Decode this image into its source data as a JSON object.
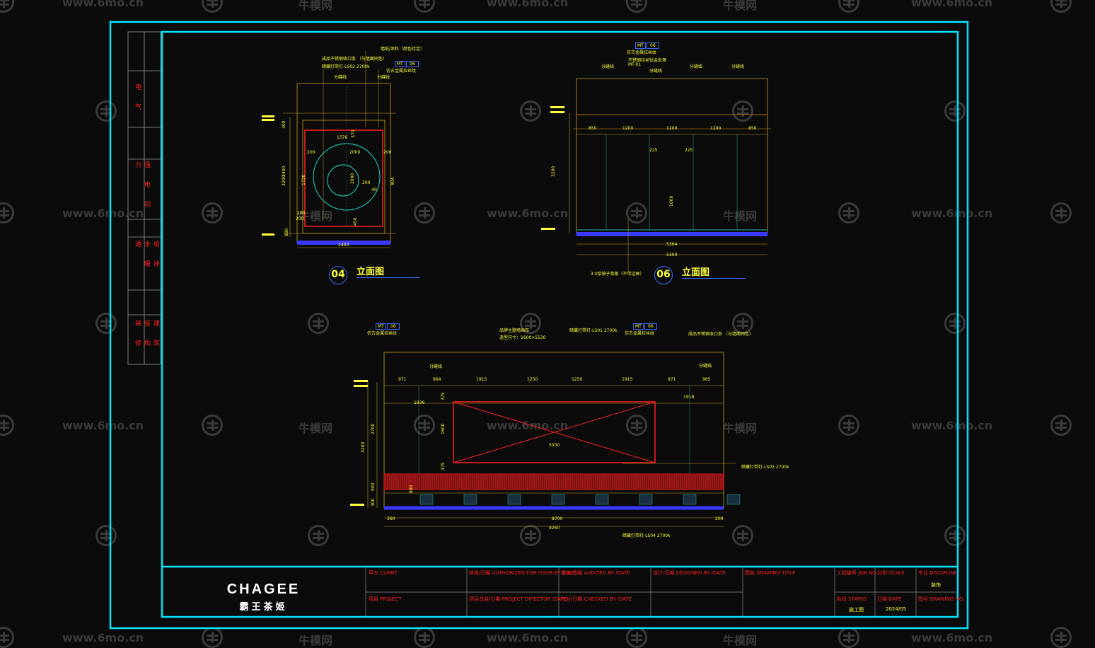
{
  "watermarks": {
    "site": "www.6mo.cn",
    "brand": "牛模网"
  },
  "left_strip": {
    "labels": [
      "电 气",
      "强 电 动 力",
      "给 排 水 暖 通",
      "建 筑 结 构 装 修"
    ]
  },
  "elevation_04": {
    "number": "04",
    "title": "立面图",
    "notes": [
      "成品不锈钢收口条 （与墙面同色）",
      "暗藏灯带灯-LS02 2700k",
      "分缝线",
      "墙纸/涂料（颜色待定）",
      "分缝线"
    ],
    "material_tag": {
      "code": "MT",
      "num": "06",
      "desc": "仿古金属拉丝纹"
    },
    "dims": [
      "300",
      "200",
      "1576",
      "370",
      "2000",
      "200",
      "1720",
      "3200",
      "2400",
      "2000",
      "200",
      "904",
      "200",
      "450",
      "880",
      "2400"
    ],
    "round_dims": [
      "200",
      "40"
    ]
  },
  "elevation_06": {
    "number": "06",
    "title": "立面图",
    "material_tag": {
      "code": "MT",
      "num": "06",
      "desc": "仿古金属拉丝纹"
    },
    "notes": [
      "分缝线",
      "分缝线",
      "分缝线",
      "分缝线",
      "MT-01",
      "不锈钢拉丝钛金处理",
      "3.0厚镜子背板（不带边框）"
    ],
    "top_dims": [
      "850",
      "1200",
      "1200",
      "1200",
      "850"
    ],
    "dims": [
      "3200",
      "1000",
      "5304",
      "5300",
      "225",
      "225"
    ]
  },
  "elevation_main": {
    "material_tag_left": {
      "code": "MT",
      "num": "06",
      "desc": "仿古金属拉丝纹"
    },
    "material_tag_mid": {
      "code": "MT",
      "num": "06",
      "desc": "仿古金属拉丝纹"
    },
    "notes": [
      "分缝线",
      "分缝线",
      "品牌主题墙画布",
      "造型尺寸：1600×5530",
      "暗藏灯带灯-LS01 2700k",
      "成品不锈钢收口条 （与墙面同色）",
      "暗藏灯带灯-LS03 2700k",
      "暗藏灯带灯-LS04 2700k"
    ],
    "top_dims": [
      "971",
      "964",
      "1915",
      "1250",
      "1250",
      "1915",
      "971",
      "965"
    ],
    "dims": [
      "1936",
      "1918",
      "375",
      "1600",
      "375",
      "2700",
      "3200",
      "5530",
      "900",
      "880",
      "300",
      "8700",
      "9260",
      "360",
      "200"
    ]
  },
  "title_block": {
    "brand_en": "CHAGEE",
    "brand_cn": "霸王茶姬",
    "cells": {
      "client": "甲方 CLIENT",
      "project": "项目 PROJECT",
      "authorized": "核准/日期 AUTHORIZED FOR ISSUE BY /DATE",
      "auditor": "审核/日期 AUDITED BY /DATE",
      "designed": "设计/日期 DESIGNED BY /DATE",
      "director": "项目总监/日期 PROJECT DIRECTOR /DATE",
      "checked": "校对/日期 CHECKED BY /DATE",
      "drawing_title": "图名 DRAWING TITLE",
      "job_no": "工程编号 JOB NO.",
      "scale": "比例 SCALE",
      "discipline": "专业 DISCIPLINE",
      "status": "阶段 STATUS",
      "date": "日期 DATE",
      "drawing_no": "图号 DRAWING NO."
    },
    "values": {
      "discipline": "装饰",
      "status": "施工图",
      "date": "2024/05"
    }
  },
  "colors": {
    "frame": "#00e5ff",
    "dim": "#c8a020",
    "red": "#ff2020",
    "text": "#ffff40",
    "blue": "#3a3aff"
  }
}
